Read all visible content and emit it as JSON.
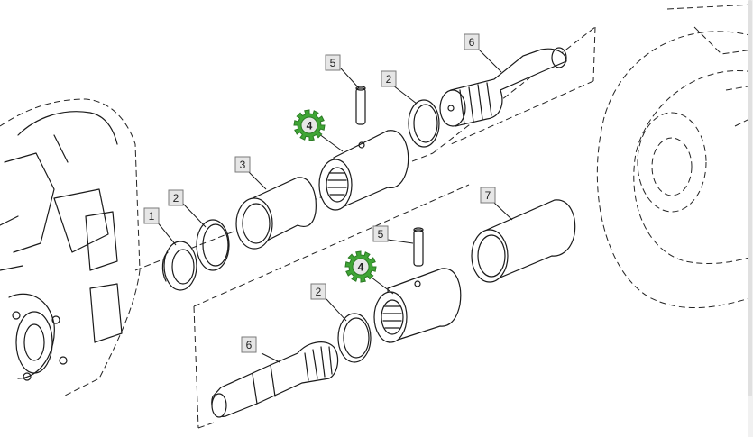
{
  "labels": {
    "l1": "1",
    "l2a": "2",
    "l2b": "2",
    "l2c": "2",
    "l3": "3",
    "l4a": "4",
    "l4b": "4",
    "l5a": "5",
    "l5b": "5",
    "l6a": "6",
    "l6b": "6",
    "l7": "7"
  },
  "colors": {
    "hotspot": "#3fa535",
    "hotspot_dark": "#2b7a24",
    "label_bg": "#e6e6e6"
  }
}
